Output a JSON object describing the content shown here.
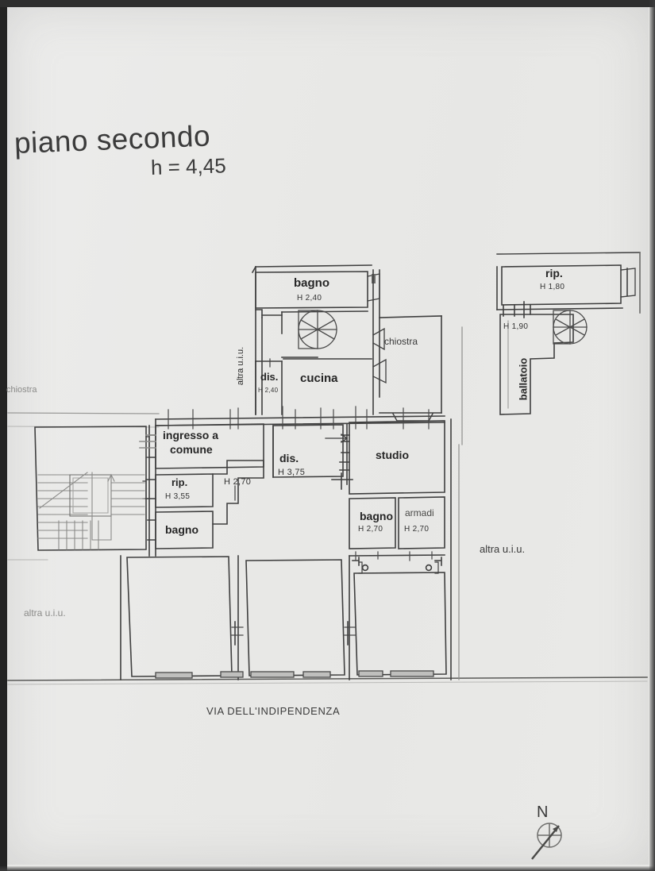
{
  "document": {
    "title": "piano secondo",
    "height_note": "h = 4,45",
    "street": "VIA DELL'INDIPENDENZA",
    "compass_label": "N"
  },
  "rooms": [
    {
      "id": "bagno-top",
      "name": "bagno",
      "height": "H 2,40"
    },
    {
      "id": "dis-top",
      "name": "dis.",
      "height": "H 2,40"
    },
    {
      "id": "cucina",
      "name": "cucina",
      "height": ""
    },
    {
      "id": "ingresso",
      "name": "ingresso a",
      "name2": "comune",
      "height": ""
    },
    {
      "id": "rip-left",
      "name": "rip.",
      "height": "H 3,55"
    },
    {
      "id": "bagno-left",
      "name": "bagno",
      "height": ""
    },
    {
      "id": "dis-center",
      "name": "dis.",
      "height": "H 3,75"
    },
    {
      "id": "studio",
      "name": "studio",
      "height": ""
    },
    {
      "id": "bagno-right",
      "name": "bagno",
      "height": "H 2,70"
    },
    {
      "id": "armadi",
      "name": "armadi",
      "height": "H 2,70"
    },
    {
      "id": "rip-right",
      "name": "rip.",
      "height": "H 1,80"
    },
    {
      "id": "ballatoio",
      "name": "ballatoio",
      "height": "H 1,90"
    }
  ],
  "corridor_height": "H 2,70",
  "annotations": {
    "chiostra_left": "chiostra",
    "chiostra_center": "chiostra",
    "altra_uiu_vertical": "altra u.i.u.",
    "altra_uiu_right": "altra u.i.u.",
    "altra_uiu_bottomleft": "altra u.i.u."
  },
  "colors": {
    "paper": "#e9e9e7",
    "ink": "#3a3a3a",
    "ink_light": "#8f8f8d",
    "text": "#262626"
  }
}
